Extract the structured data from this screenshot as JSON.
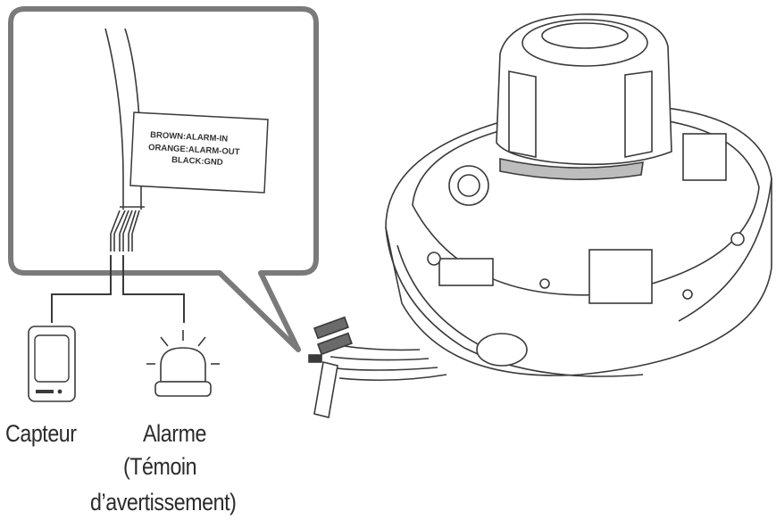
{
  "cable_tag": {
    "line1": "BROWN:ALARM-IN",
    "line2": "ORANGE:ALARM-OUT",
    "line3": "BLACK:GND"
  },
  "devices": {
    "sensor_label": "Capteur",
    "alarm_label": "Alarme",
    "alarm_sub1": "(Témoin",
    "alarm_sub2": "d’avertissement)"
  },
  "icons": {
    "sensor": "sensor-icon",
    "alarm": "alarm-beacon-icon",
    "camera": "dome-camera-icon"
  },
  "colors": {
    "line": "#3a3a3a",
    "callout_border": "#7a7a7a",
    "text": "#2b2b2b"
  }
}
